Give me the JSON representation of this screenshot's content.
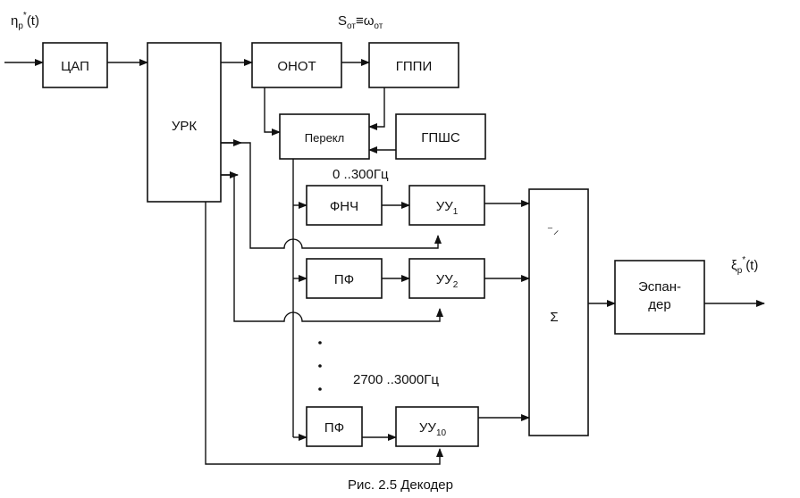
{
  "signals": {
    "input": {
      "main": "η",
      "sub": "р",
      "sup": "*",
      "arg": "(t)"
    },
    "output": {
      "main": "ξ",
      "sub": "р",
      "sup": "*",
      "arg": "(t)"
    },
    "control": {
      "s": "S",
      "s_sub": "от",
      "eq": "≡",
      "w": "ω",
      "w_sub": "от"
    }
  },
  "blocks": {
    "dac": "ЦАП",
    "urk": "УРК",
    "onot": "ОНОТ",
    "gppi": "ГППИ",
    "switch": "Перекл",
    "gpshs": "ГПШС",
    "lpf": "ФНЧ",
    "bpf2": "ПФ",
    "bpf10": "ПФ",
    "amp1": {
      "main": "УУ",
      "sub": "1"
    },
    "amp2": {
      "main": "УУ",
      "sub": "2"
    },
    "amp10": {
      "main": "УУ",
      "sub": "10"
    },
    "sum": "Σ",
    "expander_line1": "Эспан-",
    "expander_line2": "дер"
  },
  "annotations": {
    "band_low": "0 ..300Гц",
    "band_high": "2700 ..3000Гц",
    "sum_mark": "⁻⸝"
  },
  "caption": "Рис. 2.5  Декодер"
}
